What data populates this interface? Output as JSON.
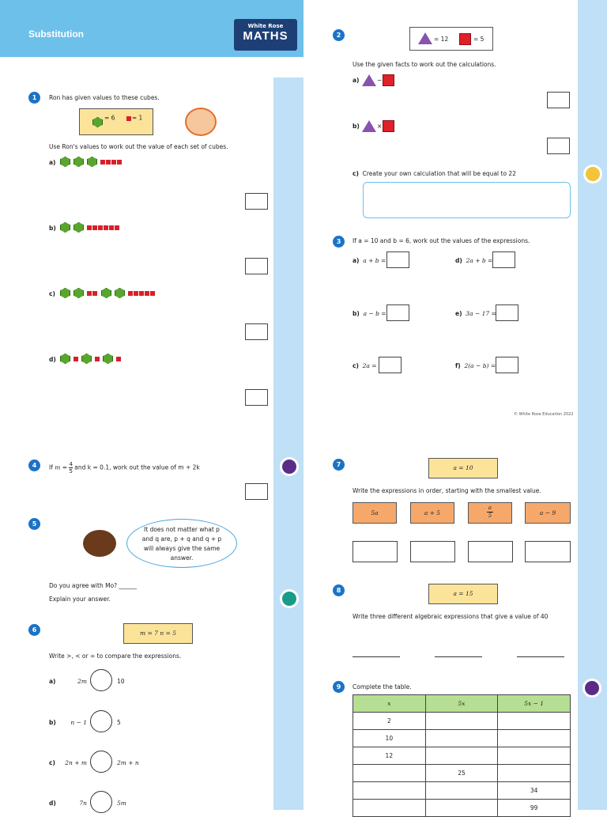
{
  "header": {
    "title": "Substitution",
    "logo_top": "White Rose",
    "logo_main": "MATHS"
  },
  "footer": {
    "copyright": "© White Rose Education 2022"
  },
  "colors": {
    "header": "#6cc0ea",
    "strip": "#bfe0f6",
    "number_badge": "#1a73c6",
    "logo": "#1d3f76",
    "yellow_box": "#fbe49a",
    "orange_box": "#f6a86b",
    "table_header": "#b6de94"
  },
  "q1": {
    "n": "1",
    "prompt": "Ron has given values to these cubes.",
    "green_value": "= 6",
    "red_value": "= 1",
    "instruction": "Use Ron's values to work out the value of each set of cubes.",
    "labels": [
      "a)",
      "b)",
      "c)",
      "d)"
    ]
  },
  "q2": {
    "n": "2",
    "tri_value": "= 12",
    "sq_value": "= 5",
    "instruction": "Use the given facts to work out the calculations.",
    "a_label": "a)",
    "a_op": "−",
    "b_label": "b)",
    "b_op": "×",
    "c_label": "c)",
    "c_text": "Create your own calculation that will be equal to 22"
  },
  "q3": {
    "n": "3",
    "prompt": "If a = 10 and b = 6, work out the values of the expressions.",
    "items": [
      {
        "l": "a)",
        "e": "a + b ="
      },
      {
        "l": "d)",
        "e": "2a + b ="
      },
      {
        "l": "b)",
        "e": "a − b ="
      },
      {
        "l": "e)",
        "e": "3a − 17 ="
      },
      {
        "l": "c)",
        "e": "2a ="
      },
      {
        "l": "f)",
        "e": "2(a − b) ="
      }
    ]
  },
  "q4": {
    "n": "4",
    "pre": "If",
    "var_m": "m",
    "eq": " = ",
    "num": "4",
    "den": "5",
    "post": " and k = 0.1, work out the value of m + 2k"
  },
  "q5": {
    "n": "5",
    "speech": "It does not matter what p and q are, p + q and q + p will always give the same answer.",
    "question": "Do you agree with Mo? ______",
    "explain": "Explain your answer."
  },
  "q6": {
    "n": "6",
    "given": "m = 7    n = 5",
    "instruction": "Write >, < or = to compare the expressions.",
    "rows": [
      {
        "l": "a)",
        "left": "2m",
        "right": "10"
      },
      {
        "l": "b)",
        "left": "n − 1",
        "right": "5"
      },
      {
        "l": "c)",
        "left": "2n + m",
        "right": "2m + n"
      },
      {
        "l": "d)",
        "left": "7n",
        "right": "5m"
      }
    ]
  },
  "q7": {
    "n": "7",
    "given": "a = 10",
    "instruction": "Write the expressions in order, starting with the smallest value.",
    "exprs": [
      "5a",
      "a + 5",
      "a/5",
      "a − 9"
    ],
    "frac_num": "a",
    "frac_den": "5"
  },
  "q8": {
    "n": "8",
    "given": "a = 15",
    "instruction": "Write three different algebraic expressions that give a value of 40"
  },
  "q9": {
    "n": "9",
    "instruction": "Complete the table.",
    "headers": [
      "x",
      "5x",
      "5x − 1"
    ],
    "rows": [
      [
        "2",
        "",
        ""
      ],
      [
        "10",
        "",
        ""
      ],
      [
        "12",
        "",
        ""
      ],
      [
        "",
        "25",
        ""
      ],
      [
        "",
        "",
        "34"
      ],
      [
        "",
        "",
        "99"
      ]
    ]
  }
}
